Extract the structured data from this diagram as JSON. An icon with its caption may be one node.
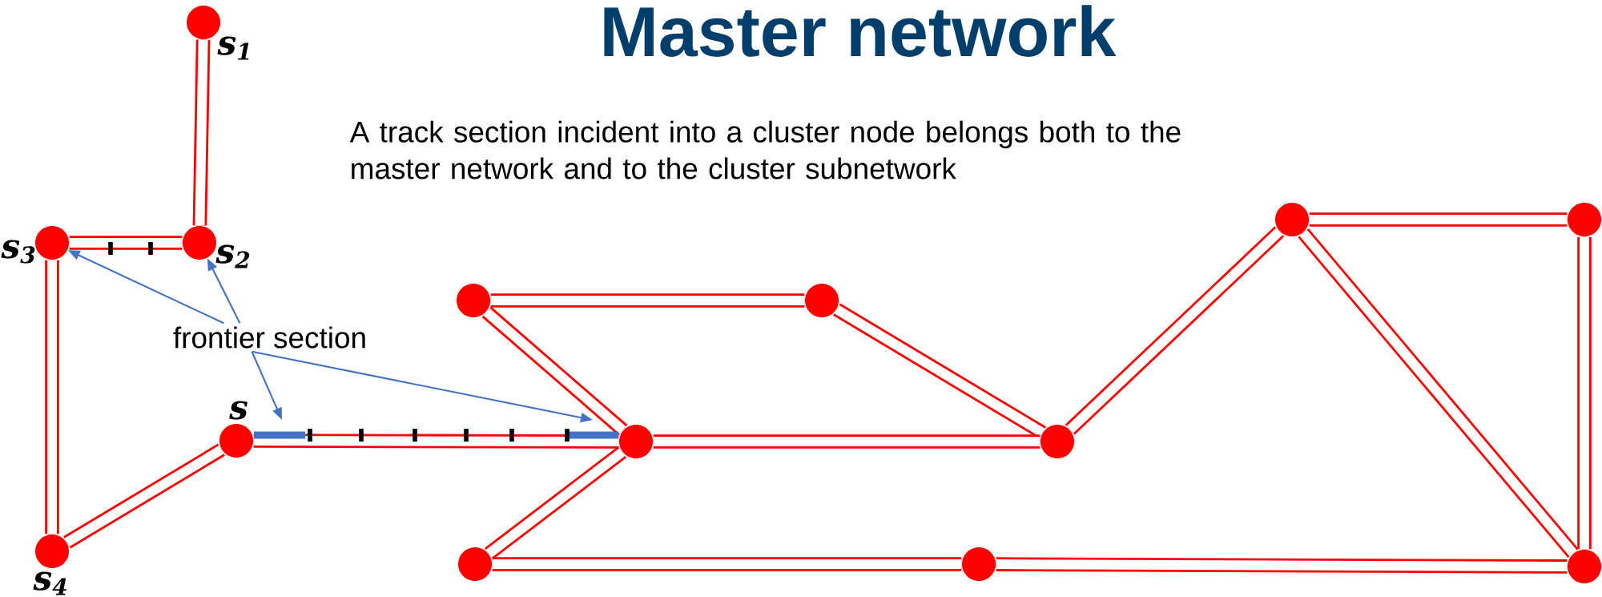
{
  "diagram": {
    "title": "Master network",
    "nodes": [
      {
        "text": [],
        "shape": "circle",
        "beside": [
          "s$_{1}$"
        ]
      },
      {
        "text": [],
        "shape": "circle",
        "beside": [
          "s$_{3}$"
        ]
      },
      {
        "text": [],
        "shape": "circle",
        "beside": [
          "s$_{2}$"
        ]
      },
      {
        "text": [],
        "shape": "circle"
      },
      {
        "text": [],
        "shape": "circle"
      },
      {
        "text": [],
        "shape": "circle"
      },
      {
        "text": [],
        "shape": "circle"
      },
      {
        "text": [
          "frontier section"
        ]
      },
      {
        "text": [],
        "shape": "circle",
        "beside": [
          "s"
        ]
      },
      {
        "text": [],
        "shape": "circle"
      },
      {
        "text": [],
        "shape": "circle"
      },
      {
        "text": [],
        "shape": "circle",
        "beside": [
          "s$_{4}$"
        ]
      },
      {
        "text": [],
        "shape": "circle"
      },
      {
        "text": [],
        "shape": "circle"
      },
      {
        "text": [],
        "shape": "circle"
      }
    ],
    "edges": [
      {
        "from": 0,
        "to": 2,
        "arrow": "none"
      },
      {
        "from": 1,
        "to": 2,
        "arrow": "none"
      },
      {
        "from": 1,
        "to": 11,
        "arrow": "none"
      },
      {
        "from": 11,
        "to": 8,
        "arrow": "none"
      },
      {
        "from": 8,
        "to": 9,
        "arrow": "none"
      },
      {
        "from": 9,
        "to": 5,
        "arrow": "none"
      },
      {
        "from": 5,
        "to": 6,
        "arrow": "none"
      },
      {
        "from": 6,
        "to": 10,
        "arrow": "none"
      },
      {
        "from": 9,
        "to": 10,
        "arrow": "none"
      },
      {
        "from": 10,
        "to": 3,
        "arrow": "none"
      },
      {
        "from": 3,
        "to": 4,
        "arrow": "none"
      },
      {
        "from": 3,
        "to": 14,
        "arrow": "none"
      },
      {
        "from": 4,
        "to": 14,
        "arrow": "none"
      },
      {
        "from": 9,
        "to": 12,
        "arrow": "none"
      },
      {
        "from": 12,
        "to": 13,
        "arrow": "none"
      },
      {
        "from": 13,
        "to": 14,
        "arrow": "none"
      },
      {
        "from": 7,
        "to": 1,
        "arrow": "to",
        "color": "#4472c4"
      },
      {
        "from": 7,
        "to": 2,
        "arrow": "to",
        "color": "#4472c4"
      },
      {
        "from": 7,
        "to": null,
        "arrow": "to",
        "color": "#4472c4"
      },
      {
        "from": 7,
        "to": null,
        "arrow": "to",
        "color": "#4472c4"
      }
    ],
    "labels": [
      "A track section incident into a cluster node belongs both to the master network and to the cluster subnetwork"
    ]
  }
}
